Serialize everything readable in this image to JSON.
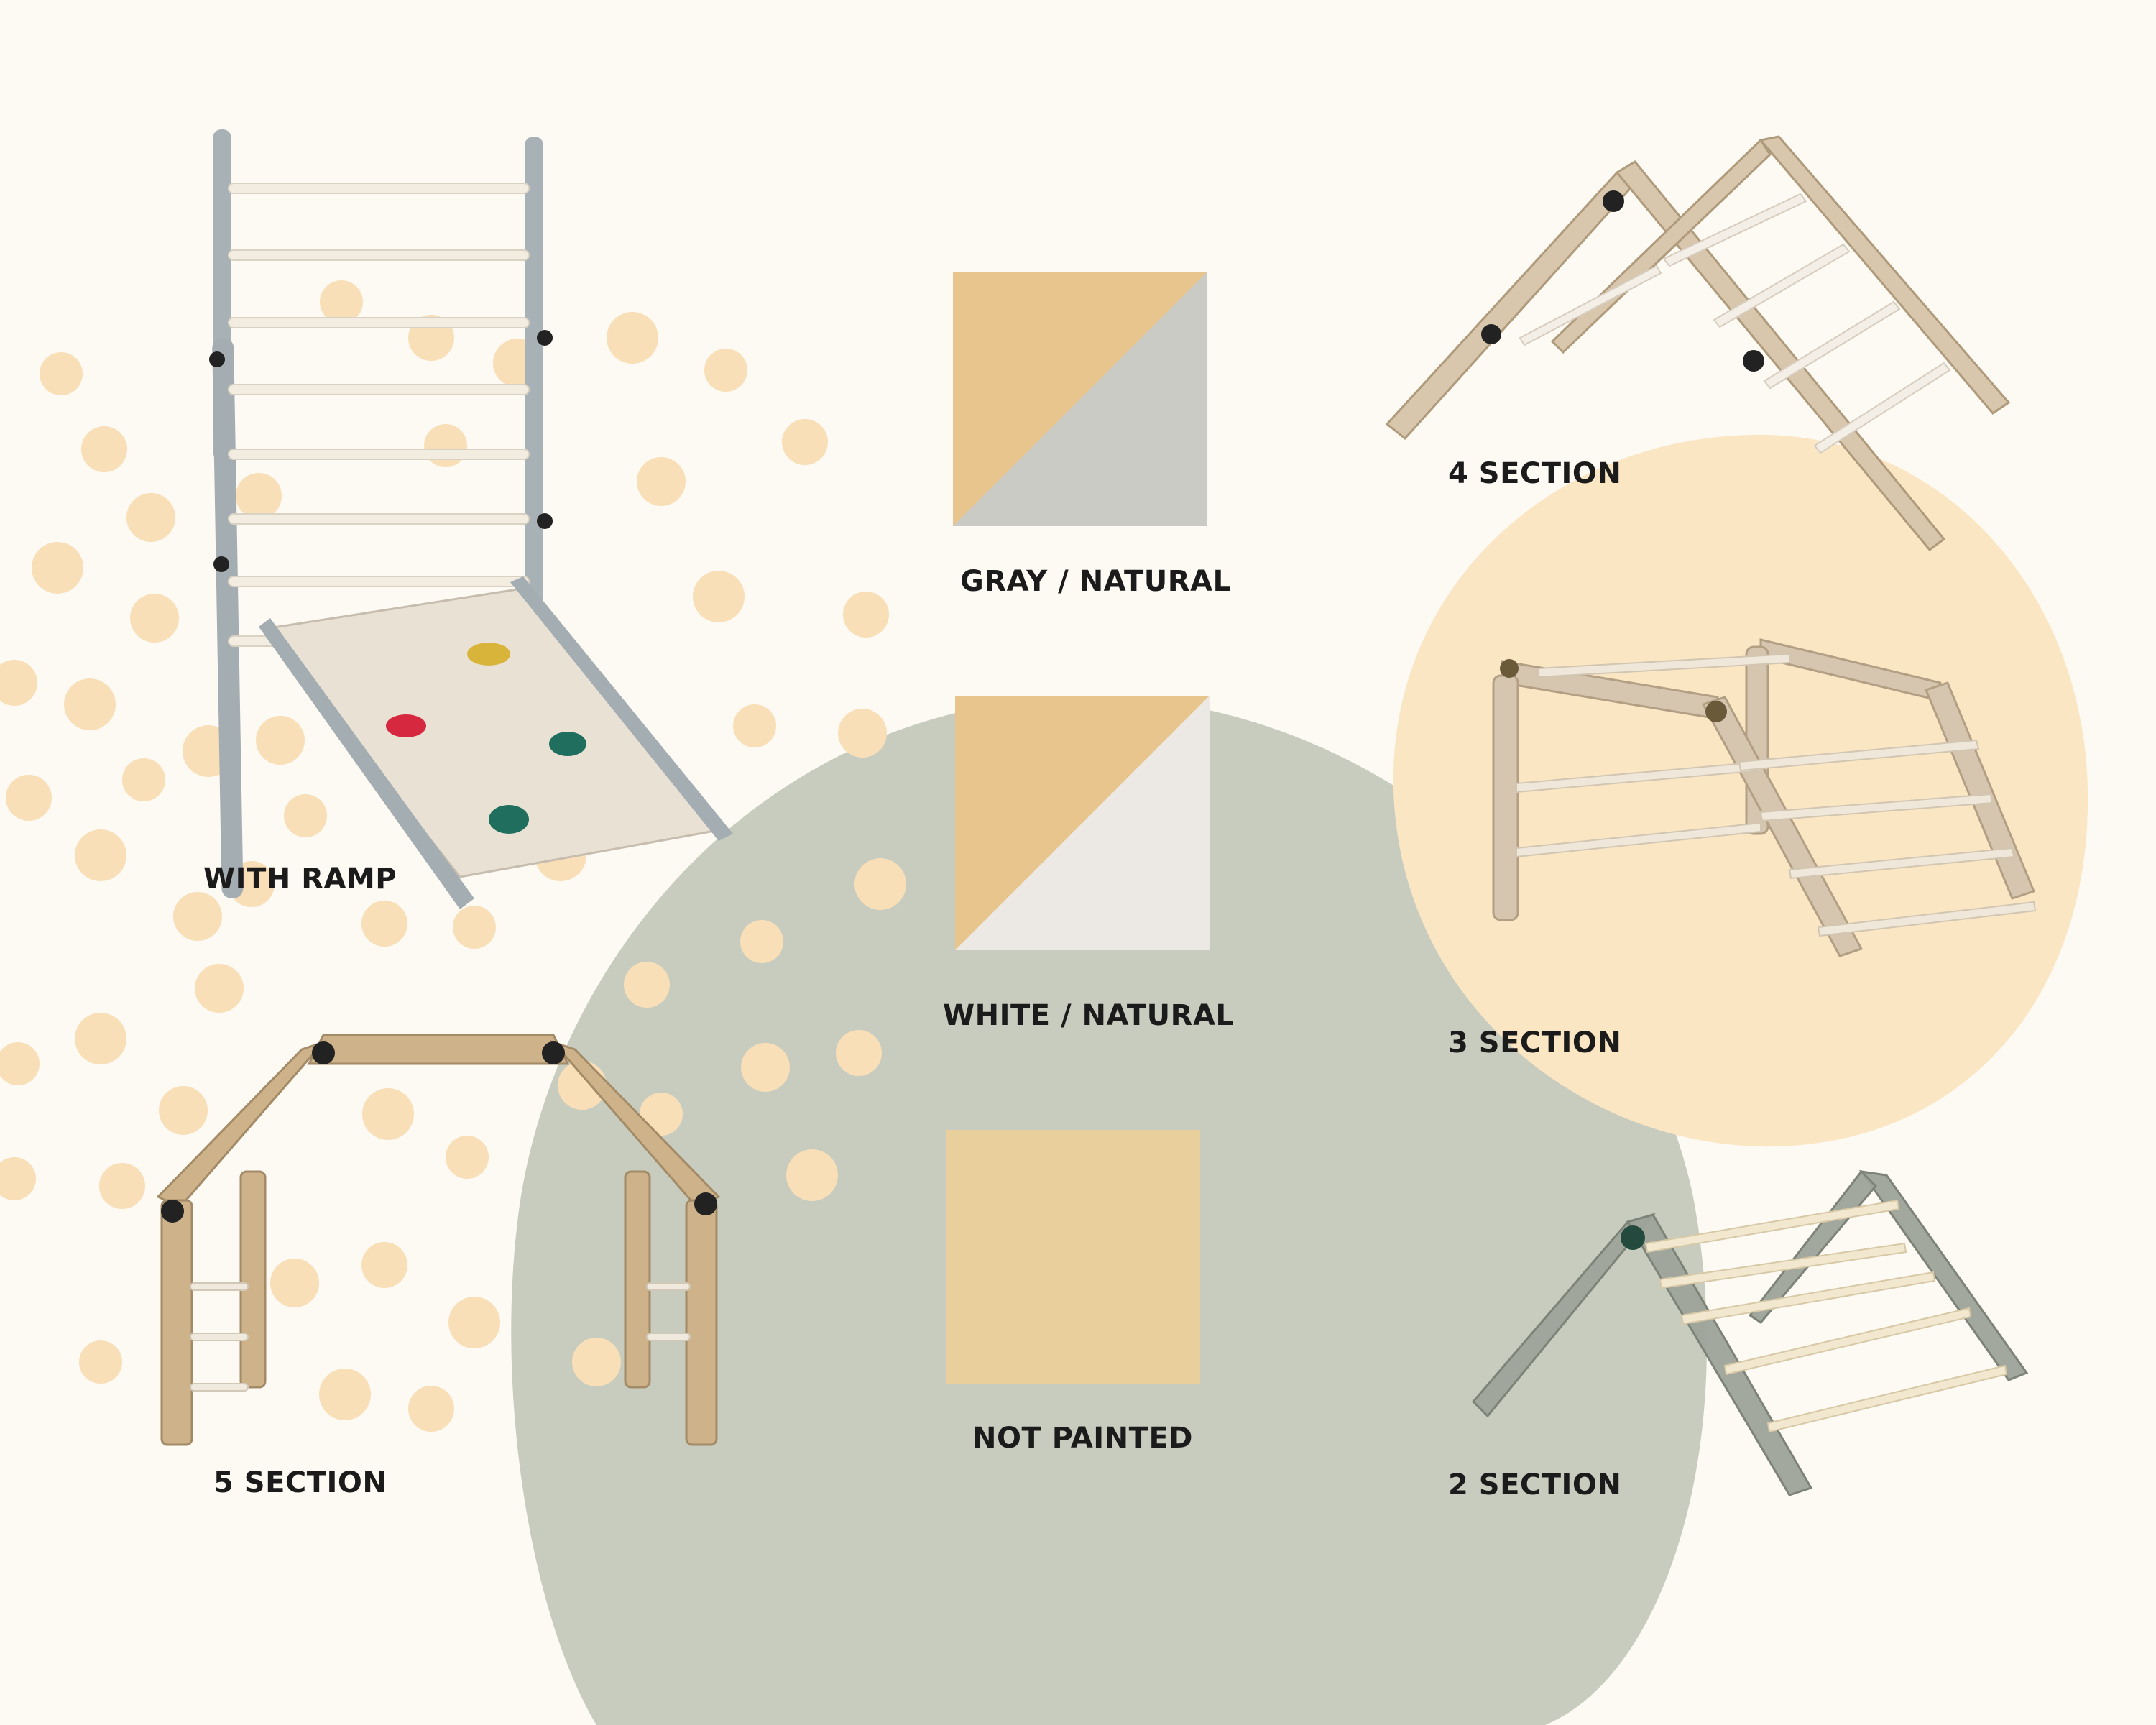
{
  "colors": {
    "background": "#fdf9f3",
    "dots": "#f8dfb7",
    "sage_blob": "#c8ccbf",
    "peach_blob": "#fbe6c4",
    "natural_wood": "#e7c58c",
    "gray_paint": "#a8b2b6",
    "light_gray_paint": "#c9cbc4",
    "white_paint": "#ece9e5",
    "rung": "#f2ece1"
  },
  "products": {
    "with_ramp": {
      "label": "WITH RAMP",
      "image": "climbing-ladder-with-ramp-gray"
    },
    "five_section": {
      "label": "5 SECTION",
      "image": "arch-climber-natural"
    },
    "four_section": {
      "label": "4 SECTION",
      "image": "triangle-climber-natural-four-section"
    },
    "three_section": {
      "label": "3 SECTION",
      "image": "triangle-climber-natural-three-section"
    },
    "two_section": {
      "label": "2 SECTION",
      "image": "triangle-climber-gray-two-section"
    }
  },
  "finishes": [
    {
      "label": "GRAY / NATURAL",
      "color_a": "#e7c58c",
      "color_b": "#c9cbc4"
    },
    {
      "label": "WHITE / NATURAL",
      "color_a": "#e7c58c",
      "color_b": "#ece9e5"
    },
    {
      "label": "NOT PAINTED",
      "color_a": "#e9cf9c",
      "color_b": "#e9cf9c"
    }
  ]
}
